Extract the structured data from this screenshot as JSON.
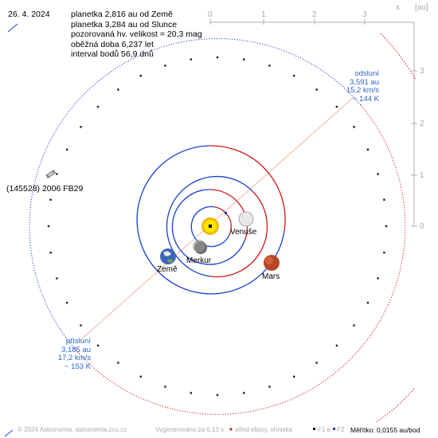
{
  "date": "26. 4. 2024",
  "info": {
    "line1": "planetka 2,816 au od Země",
    "line2": "planetka 3,284 au od Slunce",
    "line3": "pozorovaná hv. velikost = 20,3 mag",
    "line4": "oběžná doba 6,237 let",
    "line5": "interval bodů 56,9 dnů"
  },
  "object_name": "(145528) 2006 FB29",
  "planets": {
    "venus": "Venuše",
    "mercury": "Merkur",
    "earth": "Země",
    "mars": "Mars"
  },
  "aphelion": {
    "title": "odsluní",
    "distance": "3,591 au",
    "speed": "15,2 km/s",
    "temp": "~ 144 K"
  },
  "perihelion": {
    "title": "přísluní",
    "distance": "3,185 au",
    "speed": "17,2 km/s",
    "temp": "~ 153 K"
  },
  "axes": {
    "x_ticks": [
      "0",
      "1",
      "2",
      "3"
    ],
    "x_label": "x",
    "unit": "[au]",
    "y_ticks": [
      "3",
      "2",
      "1",
      "0"
    ]
  },
  "footer": {
    "copyright": "© 2024 Astronomia, astronomia.zcu.cz",
    "generated": "Vygenerováno za 0,13 s",
    "legend_center": "střed elipsy, ohniska",
    "legend_f1": "F1",
    "legend_a": "a",
    "legend_f2": "F2",
    "scale": "Měřítko: 0,0155 au/bod"
  },
  "colors": {
    "orbit_blue": "#1a3fcf",
    "orbit_red": "#d01818",
    "text_blue": "#2a62d0",
    "axis_grey": "#aaaaaa",
    "apsis_line": "#f0b8a0"
  }
}
